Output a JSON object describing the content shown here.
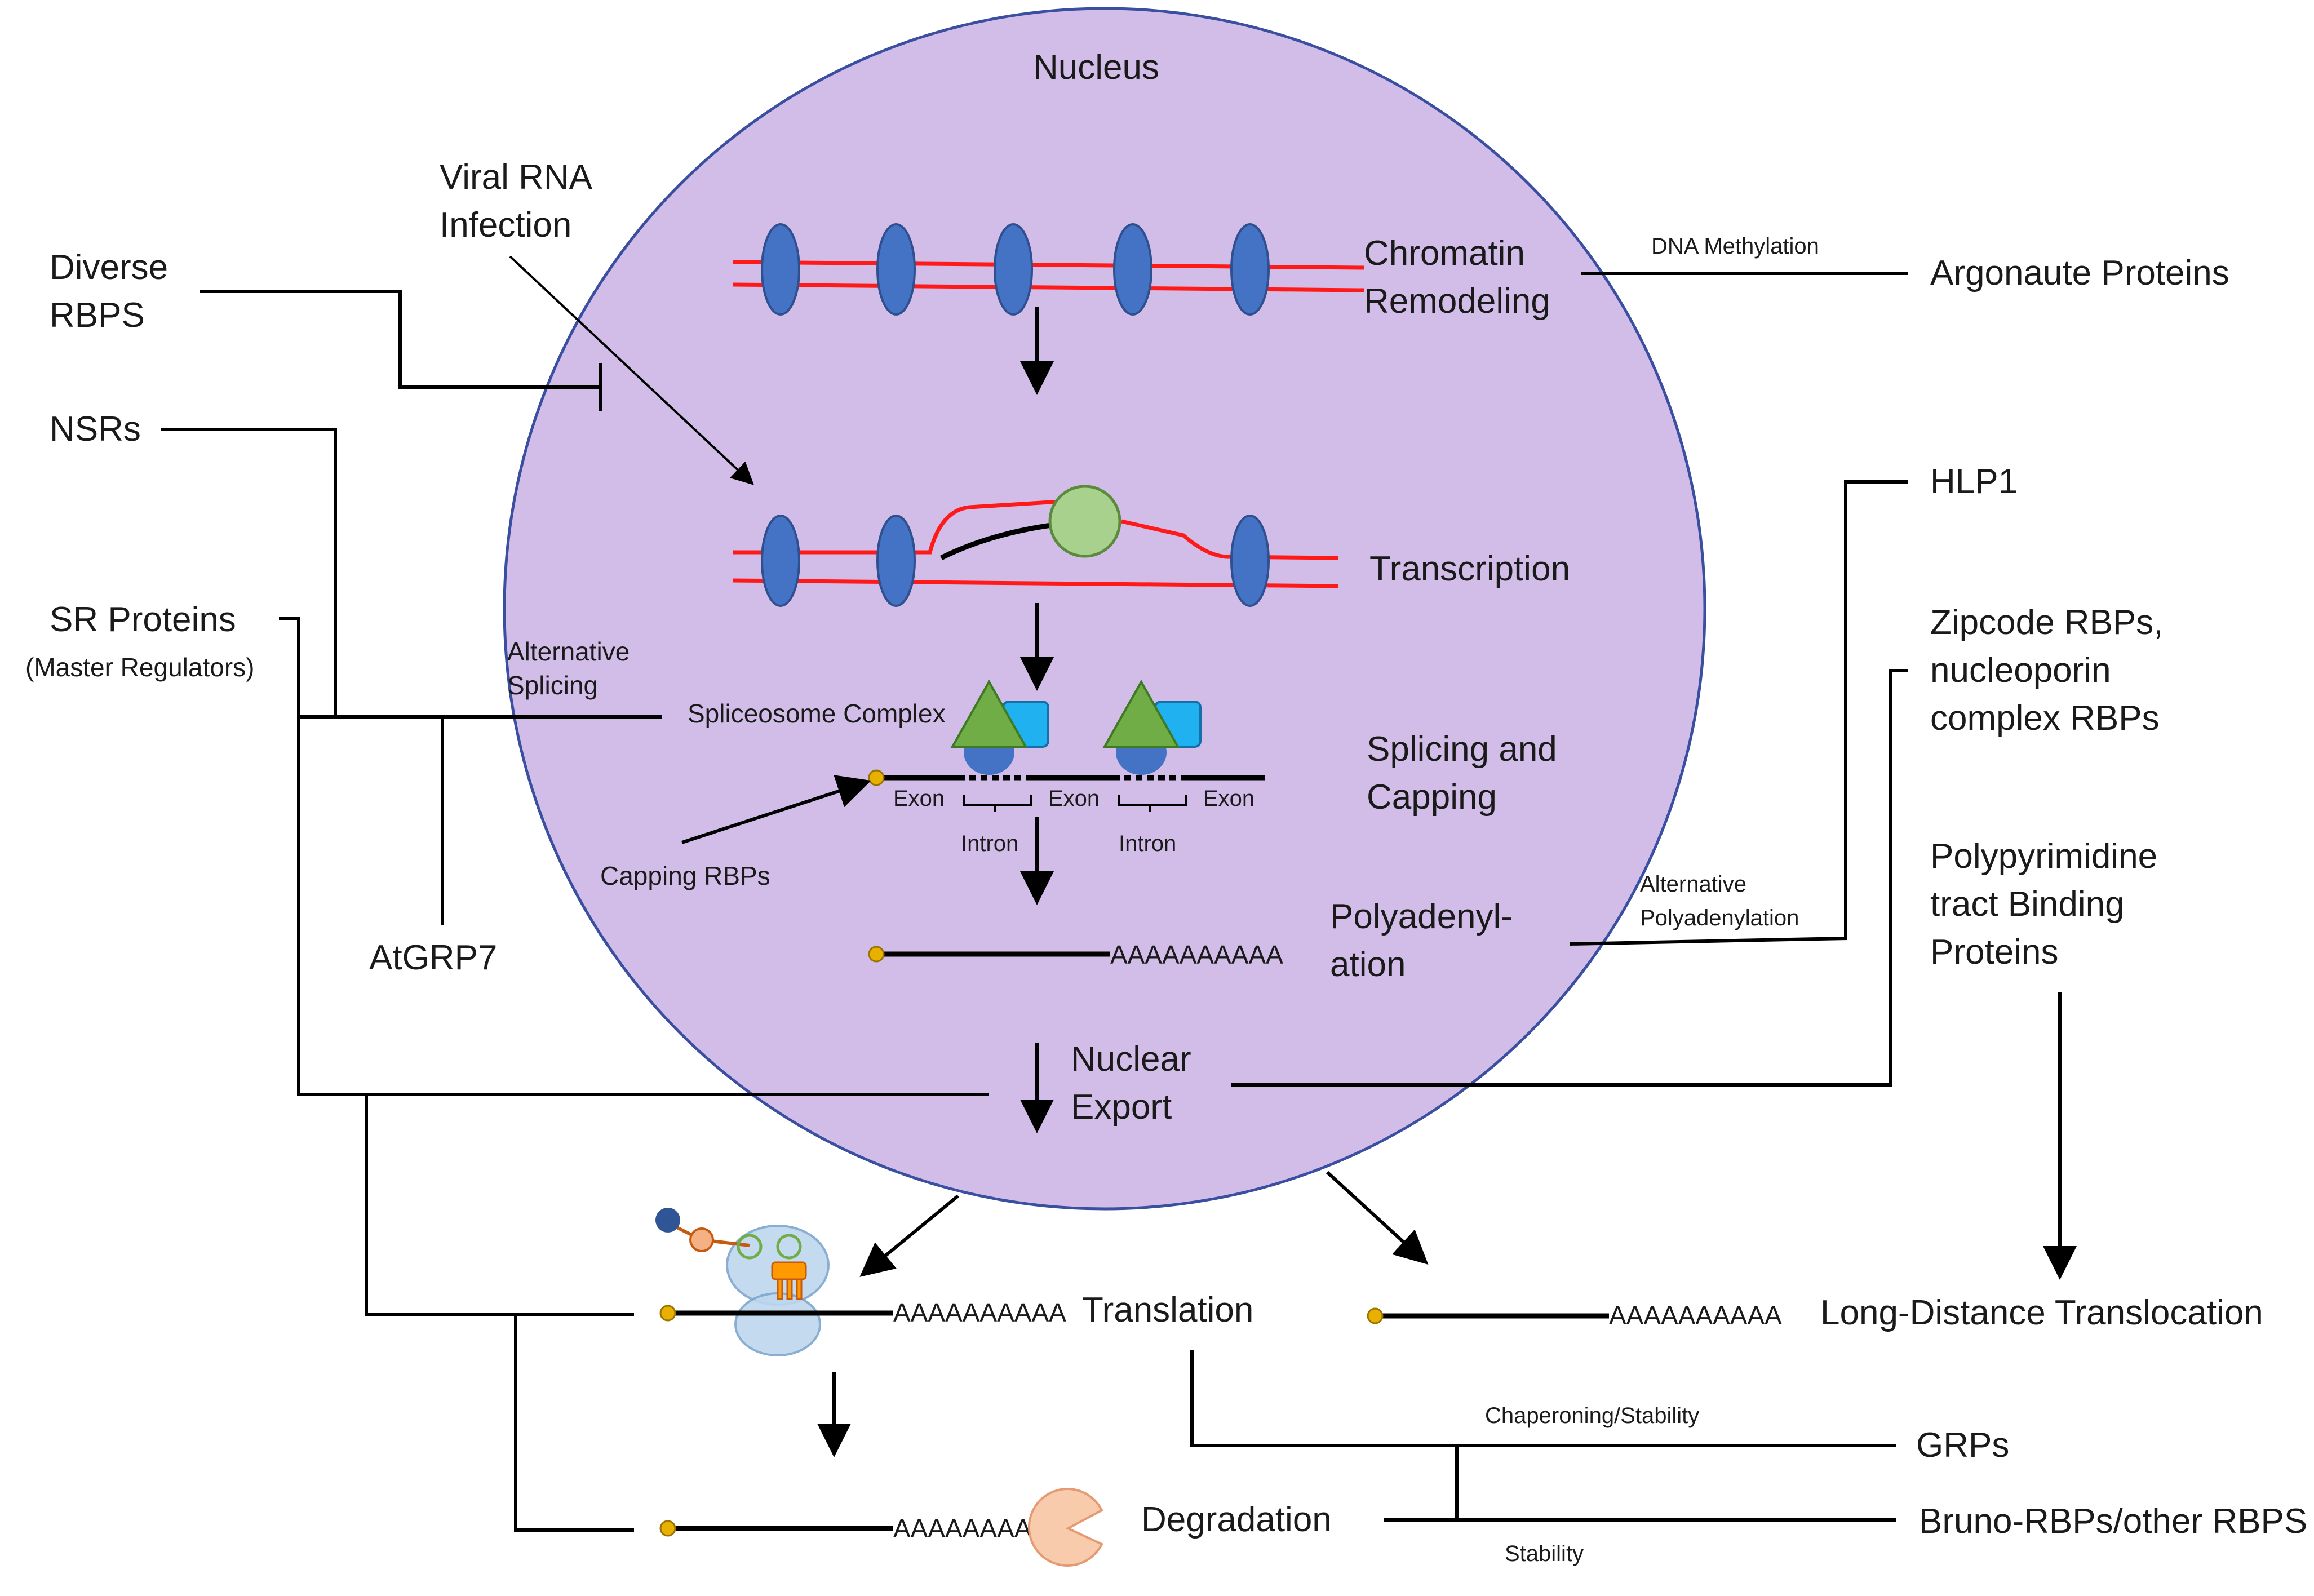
{
  "nucleus": {
    "label": "Nucleus",
    "fill": "#d2bde8",
    "stroke": "#3a4fa0"
  },
  "stages": {
    "chromatin": [
      "Chromatin",
      "Remodeling"
    ],
    "transcription": "Transcription",
    "splicing": [
      "Splicing and",
      "Capping"
    ],
    "polyadenylation": [
      "Polyadenyl-",
      "ation"
    ],
    "nuclear_export": [
      "Nuclear",
      "Export"
    ],
    "translation": "Translation",
    "degradation": "Degradation",
    "long_distance": "Long-Distance Translocation"
  },
  "regulators": {
    "diverse_rbps": [
      "Diverse",
      "RBPS"
    ],
    "viral_rna": [
      "Viral RNA",
      "Infection"
    ],
    "nsrs": "NSRs",
    "sr_proteins": "SR Proteins",
    "sr_sub": "(Master Regulators)",
    "atgrp7": "AtGRP7",
    "argonaute": "Argonaute Proteins",
    "hlp1": "HLP1",
    "zipcode": [
      "Zipcode RBPs,",
      "nucleoporin",
      "complex RBPs"
    ],
    "polypyrimidine": [
      "Polypyrimidine",
      "tract Binding",
      "Proteins"
    ],
    "grps": "GRPs",
    "bruno": "Bruno-RBPs/other RBPS"
  },
  "annotations": {
    "dna_methylation": "DNA Methylation",
    "alt_splicing": [
      "Alternative",
      "Splicing"
    ],
    "spliceosome": "Spliceosome Complex",
    "capping_rbps": "Capping RBPs",
    "exon": "Exon",
    "intron": "Intron",
    "alt_polyadenylation": [
      "Alternative",
      "Polyadenylation"
    ],
    "chaperoning": "Chaperoning/Stability",
    "stability": "Stability",
    "polya": "AAAAAAAAAA"
  },
  "colors": {
    "dna": "#ff1a1a",
    "nucleosome": "#4472c4",
    "polymerase": "#a9d18e",
    "spliceosome_triangle": "#70ad47",
    "spliceosome_square": "#1fb1f0",
    "cap": "#e8b000",
    "ribosome": "#bdd7ee",
    "degrader": "#f8cbad"
  }
}
